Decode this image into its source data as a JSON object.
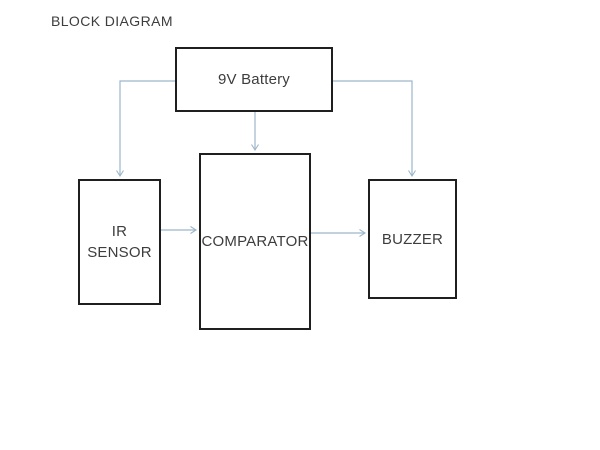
{
  "diagram": {
    "title": "BLOCK DIAGRAM",
    "blocks": {
      "battery": {
        "label": "9V Battery"
      },
      "ir_sensor": {
        "label": "IR\nSENSOR"
      },
      "comparator": {
        "label": "COMPARATOR"
      },
      "buzzer": {
        "label": "BUZZER"
      }
    },
    "connectors": [
      {
        "from": "battery",
        "to": "ir_sensor",
        "style": "elbow-arrow"
      },
      {
        "from": "battery",
        "to": "comparator",
        "style": "straight-arrow"
      },
      {
        "from": "battery",
        "to": "buzzer",
        "style": "elbow-arrow"
      },
      {
        "from": "ir_sensor",
        "to": "comparator",
        "style": "straight-arrow"
      },
      {
        "from": "comparator",
        "to": "buzzer",
        "style": "straight-arrow"
      }
    ]
  },
  "colors": {
    "background": "#ffffff",
    "box-border": "#1f1f1f",
    "text": "#3d3d3d",
    "connector": "#9cb6ca"
  }
}
